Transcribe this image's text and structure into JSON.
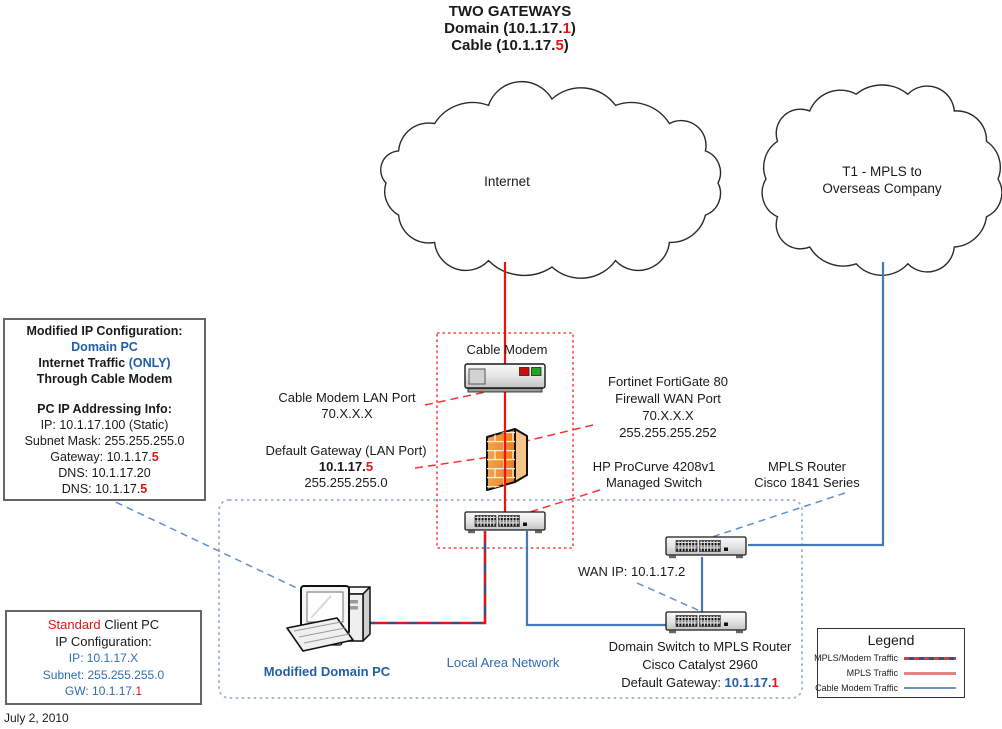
{
  "title": {
    "line1": "TWO GATEWAYS",
    "line2_pre": "Domain (10.1.17.",
    "line2_red": "1",
    "line2_post": ")",
    "line3_pre": "Cable (10.1.17.",
    "line3_red": "5",
    "line3_post": ")"
  },
  "clouds": {
    "internet_label": "Internet",
    "t1_line1": "T1 - MPLS to",
    "t1_line2": "Overseas Company"
  },
  "modified_box": {
    "h1": "Modified IP Configuration:",
    "h2": "Domain PC",
    "h3a": "Internet Traffic ",
    "h3b": "(ONLY)",
    "h4": "Through Cable Modem",
    "h5": "PC IP Addressing Info:",
    "ip": "IP:  10.1.17.100 (Static)",
    "subnet": "Subnet Mask:  255.255.255.0",
    "gw_pre": "Gateway:  10.1.17.",
    "gw_red": "5",
    "dns1": "DNS:  10.1.17.20",
    "dns2_pre": "DNS:  10.1.17.",
    "dns2_red": "5"
  },
  "standard_box": {
    "l1_red": "Standard",
    "l1_rest": " Client PC",
    "l2": "IP Configuration:",
    "l3": "IP:  10.1.17.X",
    "l4": "Subnet:  255.255.255.0",
    "l5_blue": "GW:  10.1.17.",
    "l5_red": "1"
  },
  "labels": {
    "cable_modem_device": "Cable Modem",
    "cm_lan_1": "Cable Modem LAN Port",
    "cm_lan_2": "70.X.X.X",
    "fortinet_1": "Fortinet FortiGate 80",
    "fortinet_2": "Firewall WAN Port",
    "fortinet_3": "70.X.X.X",
    "fortinet_4": "255.255.255.252",
    "dgw_1": "Default Gateway (LAN Port)",
    "dgw_2_pre": "10.1.17.",
    "dgw_2_red": "5",
    "dgw_3": "255.255.255.0",
    "hp_1": "HP ProCurve 4208v1",
    "hp_2": "Managed Switch",
    "mpls_1": "MPLS Router",
    "mpls_2": "Cisco 1841 Series",
    "wan_ip": "WAN IP: 10.1.17.2",
    "dsw_1": "Domain Switch to MPLS Router",
    "dsw_2": "Cisco Catalyst 2960",
    "dsw_3_pre": "Default Gateway: ",
    "dsw_3_blue": "10.1.17.",
    "dsw_3_red": "1",
    "modified_pc": "Modified Domain PC",
    "lan": "Local Area Network"
  },
  "legend": {
    "title": "Legend",
    "items": [
      {
        "label": "MPLS/Modem Traffic",
        "style": "combined"
      },
      {
        "label": "MPLS Traffic",
        "style": "mpls"
      },
      {
        "label": "Cable Modem Traffic",
        "style": "cable"
      }
    ]
  },
  "footer_date": "July 2, 2010",
  "colors": {
    "mpls_line_red": "#f01010",
    "cable_line_blue": "#4579b2",
    "combined_base_navy": "#3a4f7d",
    "leader_red": "#ff3030",
    "leader_blue": "#6090cc",
    "lan_box_blue": "#93b3d6",
    "modem_group_box_red": "#ff4040",
    "firewall_orange": "#ef8c2e"
  }
}
